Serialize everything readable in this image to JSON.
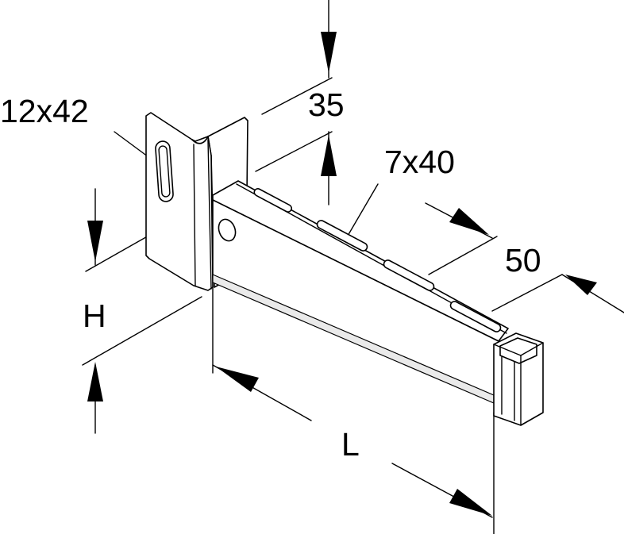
{
  "diagram": {
    "labels": {
      "hole_size": "12x42",
      "slot_size": "7x40",
      "top_width": "35",
      "side_width": "50",
      "height": "H",
      "length": "L"
    }
  }
}
